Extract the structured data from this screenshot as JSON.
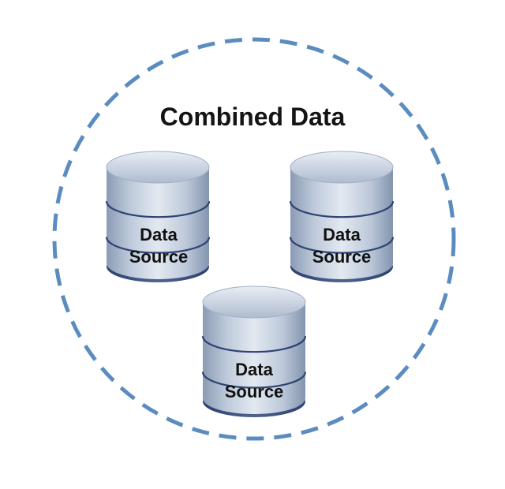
{
  "diagram": {
    "title": "Combined Data",
    "boundary_color": "#5b8cc0",
    "sources": [
      {
        "line1": "Data",
        "line2": "Source"
      },
      {
        "line1": "Data",
        "line2": "Source"
      },
      {
        "line1": "Data",
        "line2": "Source"
      }
    ]
  }
}
